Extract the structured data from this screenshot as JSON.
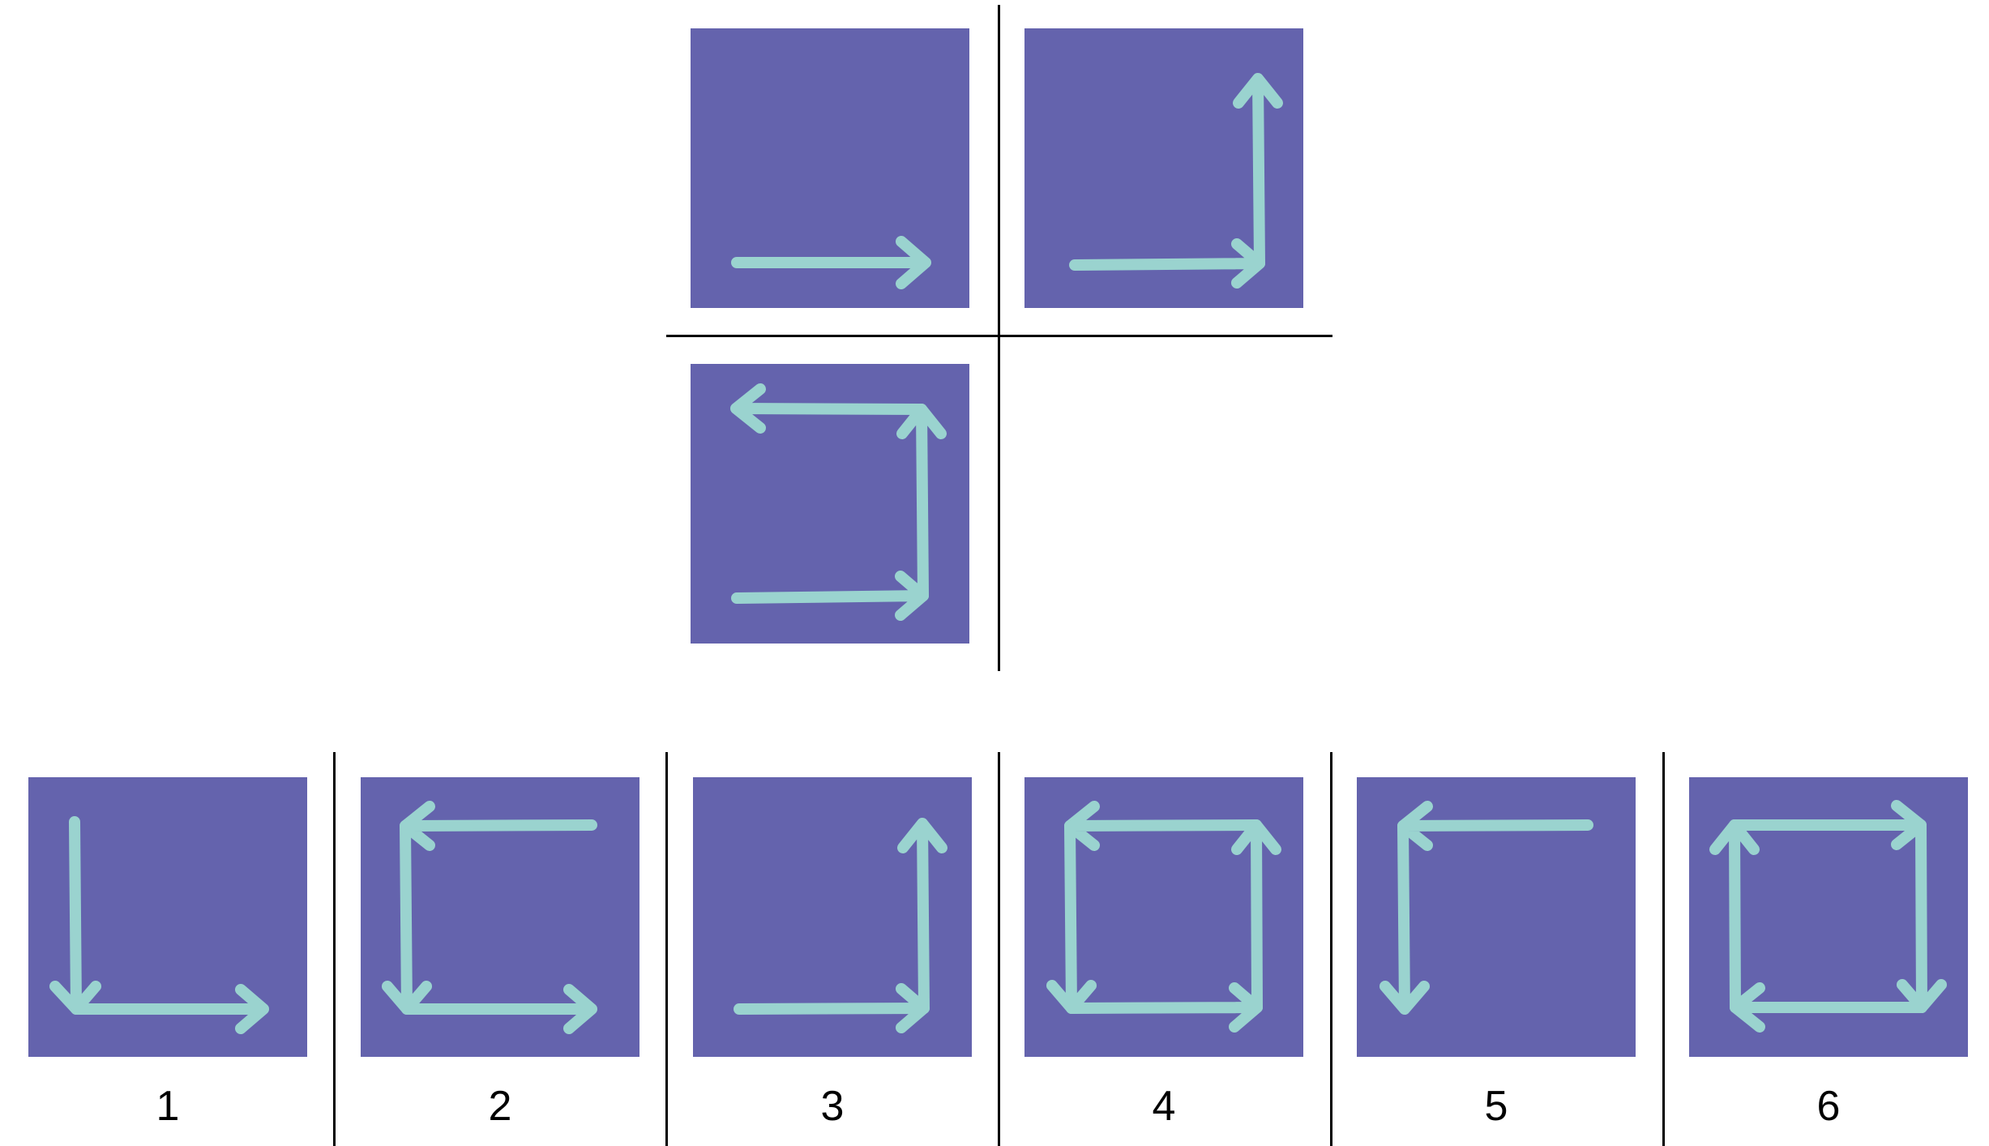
{
  "colors": {
    "tile": "#6463ad",
    "arrow": "#9ad3cf",
    "rule": "#000000"
  },
  "puzzle": {
    "cells": [
      {
        "name": "cell-r1c1",
        "arrows": [
          "right"
        ]
      },
      {
        "name": "cell-r1c2",
        "arrows": [
          "right",
          "up"
        ]
      },
      {
        "name": "cell-r2c1",
        "arrows": [
          "right",
          "up",
          "left"
        ]
      },
      {
        "name": "cell-r2c2-empty",
        "arrows": []
      }
    ]
  },
  "options": [
    {
      "label": "1",
      "arrows": [
        "down",
        "right"
      ]
    },
    {
      "label": "2",
      "arrows": [
        "left",
        "down",
        "right"
      ]
    },
    {
      "label": "3",
      "arrows": [
        "right",
        "up"
      ]
    },
    {
      "label": "4",
      "arrows": [
        "right",
        "up",
        "left",
        "down"
      ]
    },
    {
      "label": "5",
      "arrows": [
        "left",
        "down"
      ]
    },
    {
      "label": "6",
      "arrows": [
        "up",
        "right",
        "down",
        "left"
      ]
    }
  ]
}
